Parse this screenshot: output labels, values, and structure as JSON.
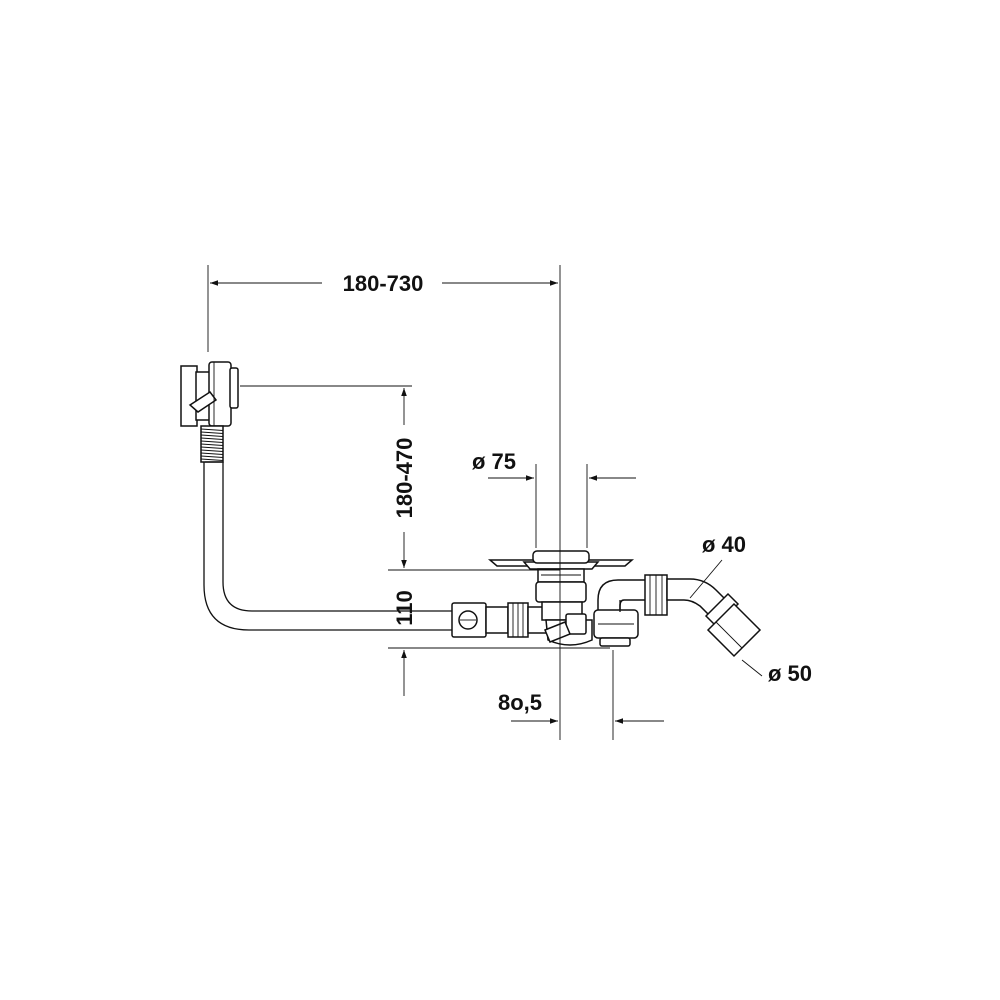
{
  "dimensions": {
    "overall_length": "180-730",
    "overflow_height": "180-470",
    "pipe_height": "110",
    "waste_diameter": "ø 75",
    "trap_inlet": "ø 40",
    "outlet_diameter": "ø 50",
    "offset": "8o,5"
  },
  "colors": {
    "line": "#111111",
    "background": "#ffffff"
  }
}
